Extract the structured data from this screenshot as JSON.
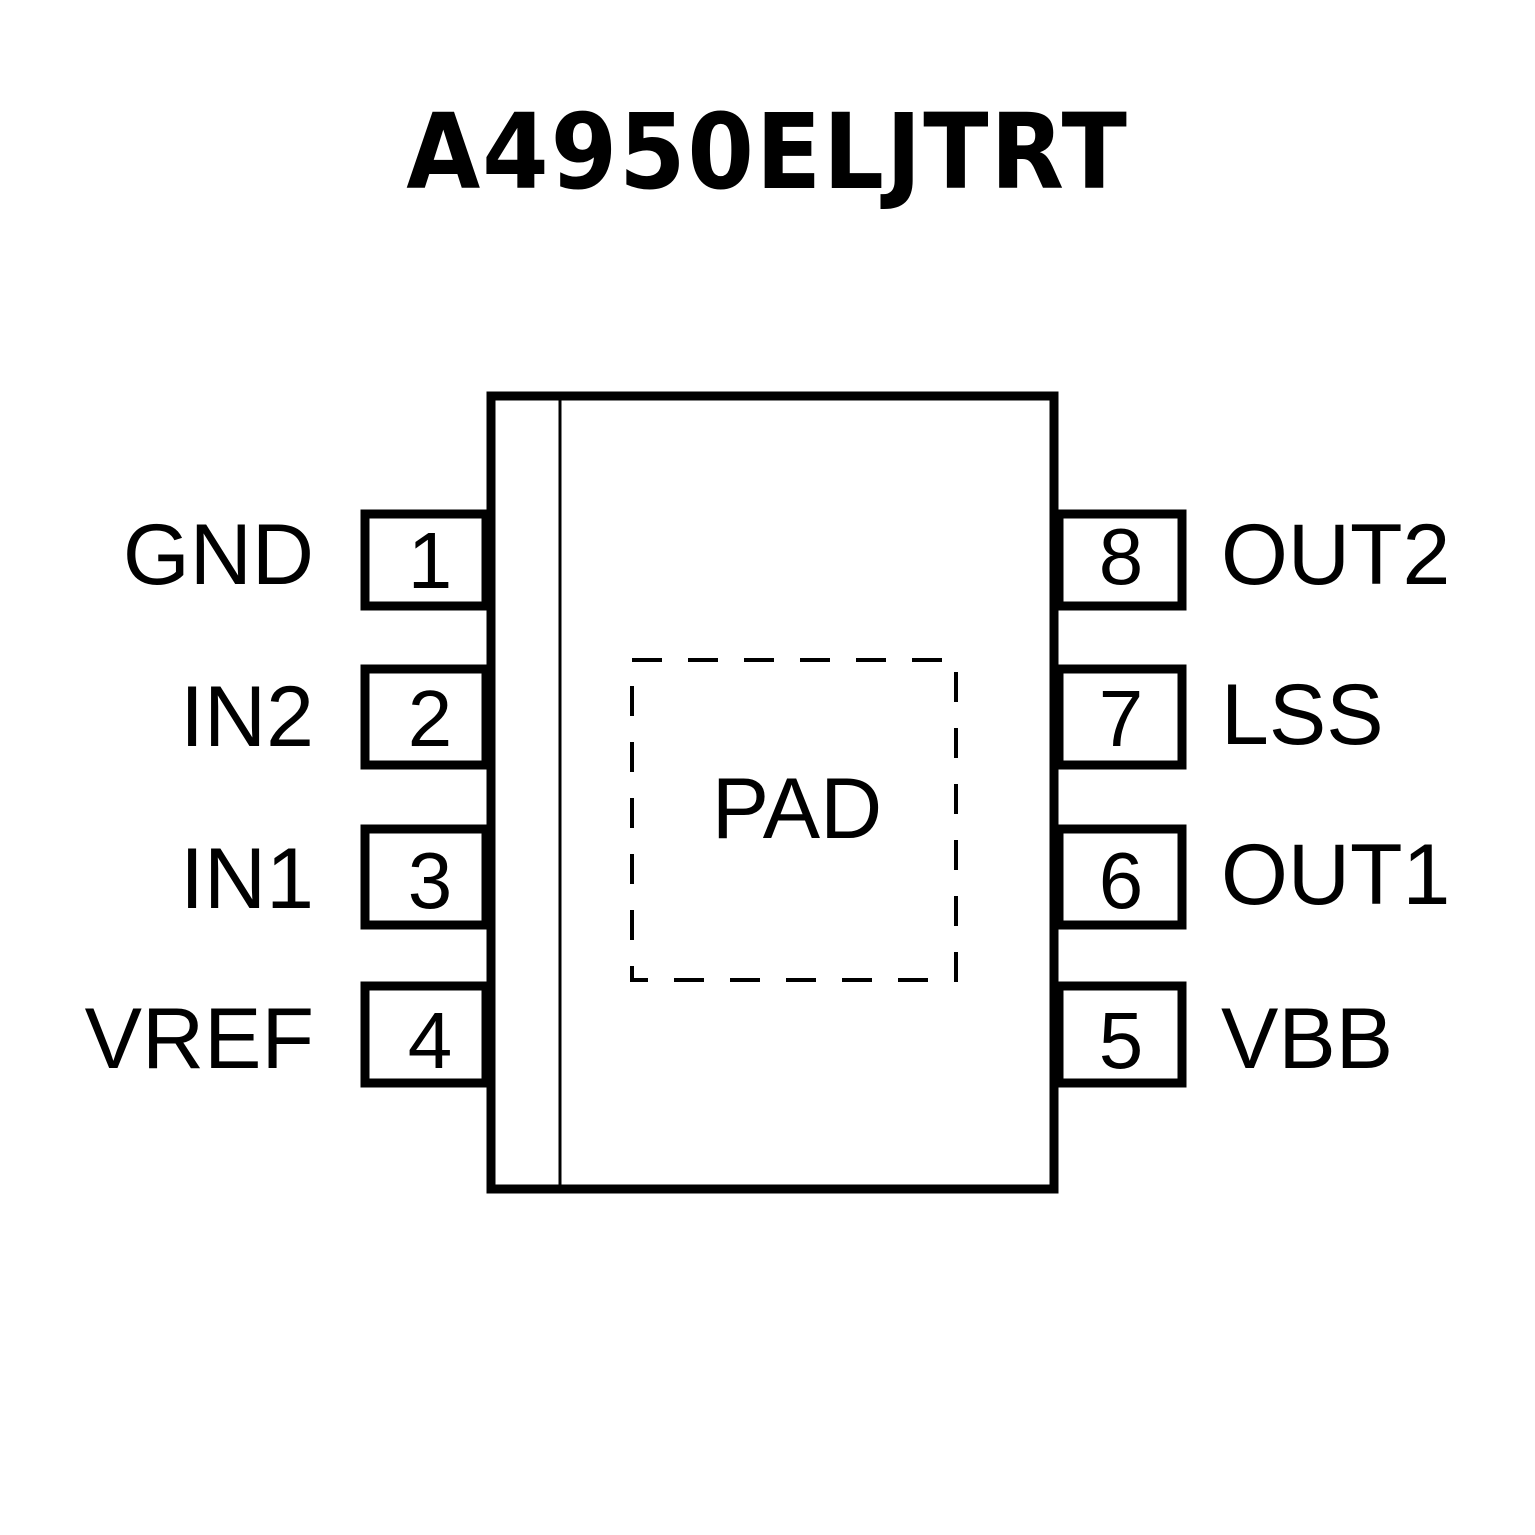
{
  "title": "A4950ELJTRT",
  "package": {
    "pad_label": "PAD",
    "left_pins": [
      {
        "number": "1",
        "name": "GND"
      },
      {
        "number": "2",
        "name": "IN2"
      },
      {
        "number": "3",
        "name": "IN1"
      },
      {
        "number": "4",
        "name": "VREF"
      }
    ],
    "right_pins": [
      {
        "number": "8",
        "name": "OUT2"
      },
      {
        "number": "7",
        "name": "LSS"
      },
      {
        "number": "6",
        "name": "OUT1"
      },
      {
        "number": "5",
        "name": "VBB"
      }
    ]
  },
  "colors": {
    "stroke": "#000000",
    "background": "#ffffff"
  }
}
